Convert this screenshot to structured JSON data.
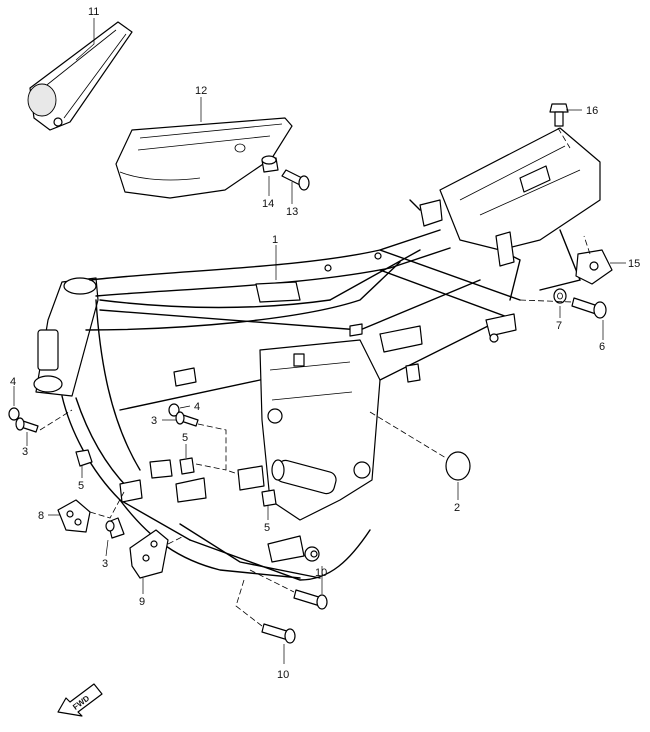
{
  "callouts": [
    {
      "id": "c1",
      "label": "1"
    },
    {
      "id": "c2",
      "label": "2"
    },
    {
      "id": "c3a",
      "label": "3"
    },
    {
      "id": "c3b",
      "label": "3"
    },
    {
      "id": "c3c",
      "label": "3"
    },
    {
      "id": "c4a",
      "label": "4"
    },
    {
      "id": "c4b",
      "label": "4"
    },
    {
      "id": "c5a",
      "label": "5"
    },
    {
      "id": "c5b",
      "label": "5"
    },
    {
      "id": "c5c",
      "label": "5"
    },
    {
      "id": "c6",
      "label": "6"
    },
    {
      "id": "c7",
      "label": "7"
    },
    {
      "id": "c8",
      "label": "8"
    },
    {
      "id": "c9",
      "label": "9"
    },
    {
      "id": "c10a",
      "label": "10"
    },
    {
      "id": "c10b",
      "label": "10"
    },
    {
      "id": "c11",
      "label": "11"
    },
    {
      "id": "c12",
      "label": "12"
    },
    {
      "id": "c13",
      "label": "13"
    },
    {
      "id": "c14",
      "label": "14"
    },
    {
      "id": "c15",
      "label": "15"
    },
    {
      "id": "c16",
      "label": "16"
    }
  ],
  "fwd_label": "FWD"
}
